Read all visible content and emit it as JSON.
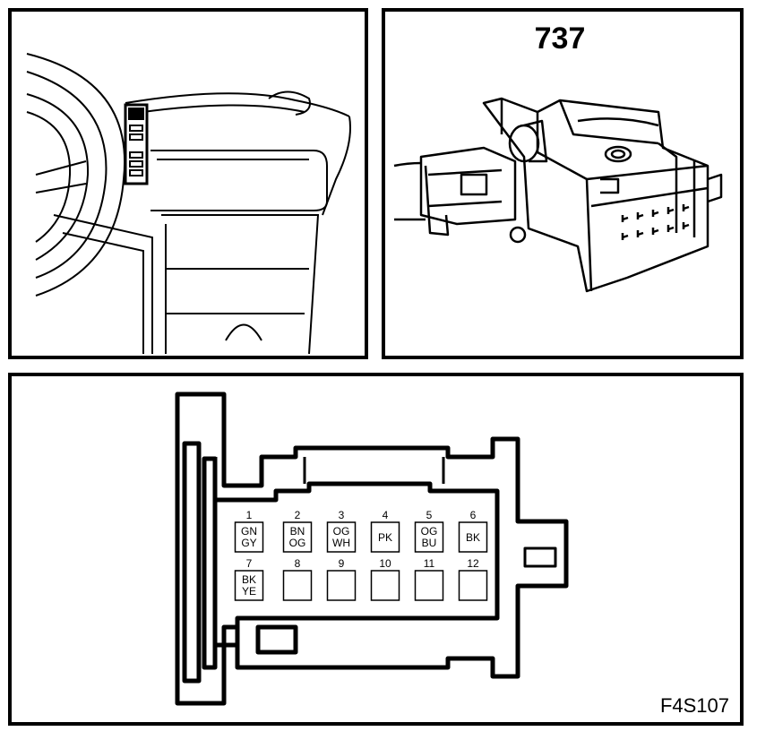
{
  "connector_title": "737",
  "figure_ref": "F4S107",
  "pins": [
    {
      "num": "1",
      "colors": [
        "GN",
        "GY"
      ]
    },
    {
      "num": "2",
      "colors": [
        "BN",
        "OG"
      ]
    },
    {
      "num": "3",
      "colors": [
        "OG",
        "WH"
      ]
    },
    {
      "num": "4",
      "colors": [
        "PK"
      ]
    },
    {
      "num": "5",
      "colors": [
        "OG",
        "BU"
      ]
    },
    {
      "num": "6",
      "colors": [
        "BK"
      ]
    },
    {
      "num": "7",
      "colors": [
        "BK",
        "YE"
      ]
    },
    {
      "num": "8",
      "colors": []
    },
    {
      "num": "9",
      "colors": []
    },
    {
      "num": "10",
      "colors": []
    },
    {
      "num": "11",
      "colors": []
    },
    {
      "num": "12",
      "colors": []
    }
  ]
}
